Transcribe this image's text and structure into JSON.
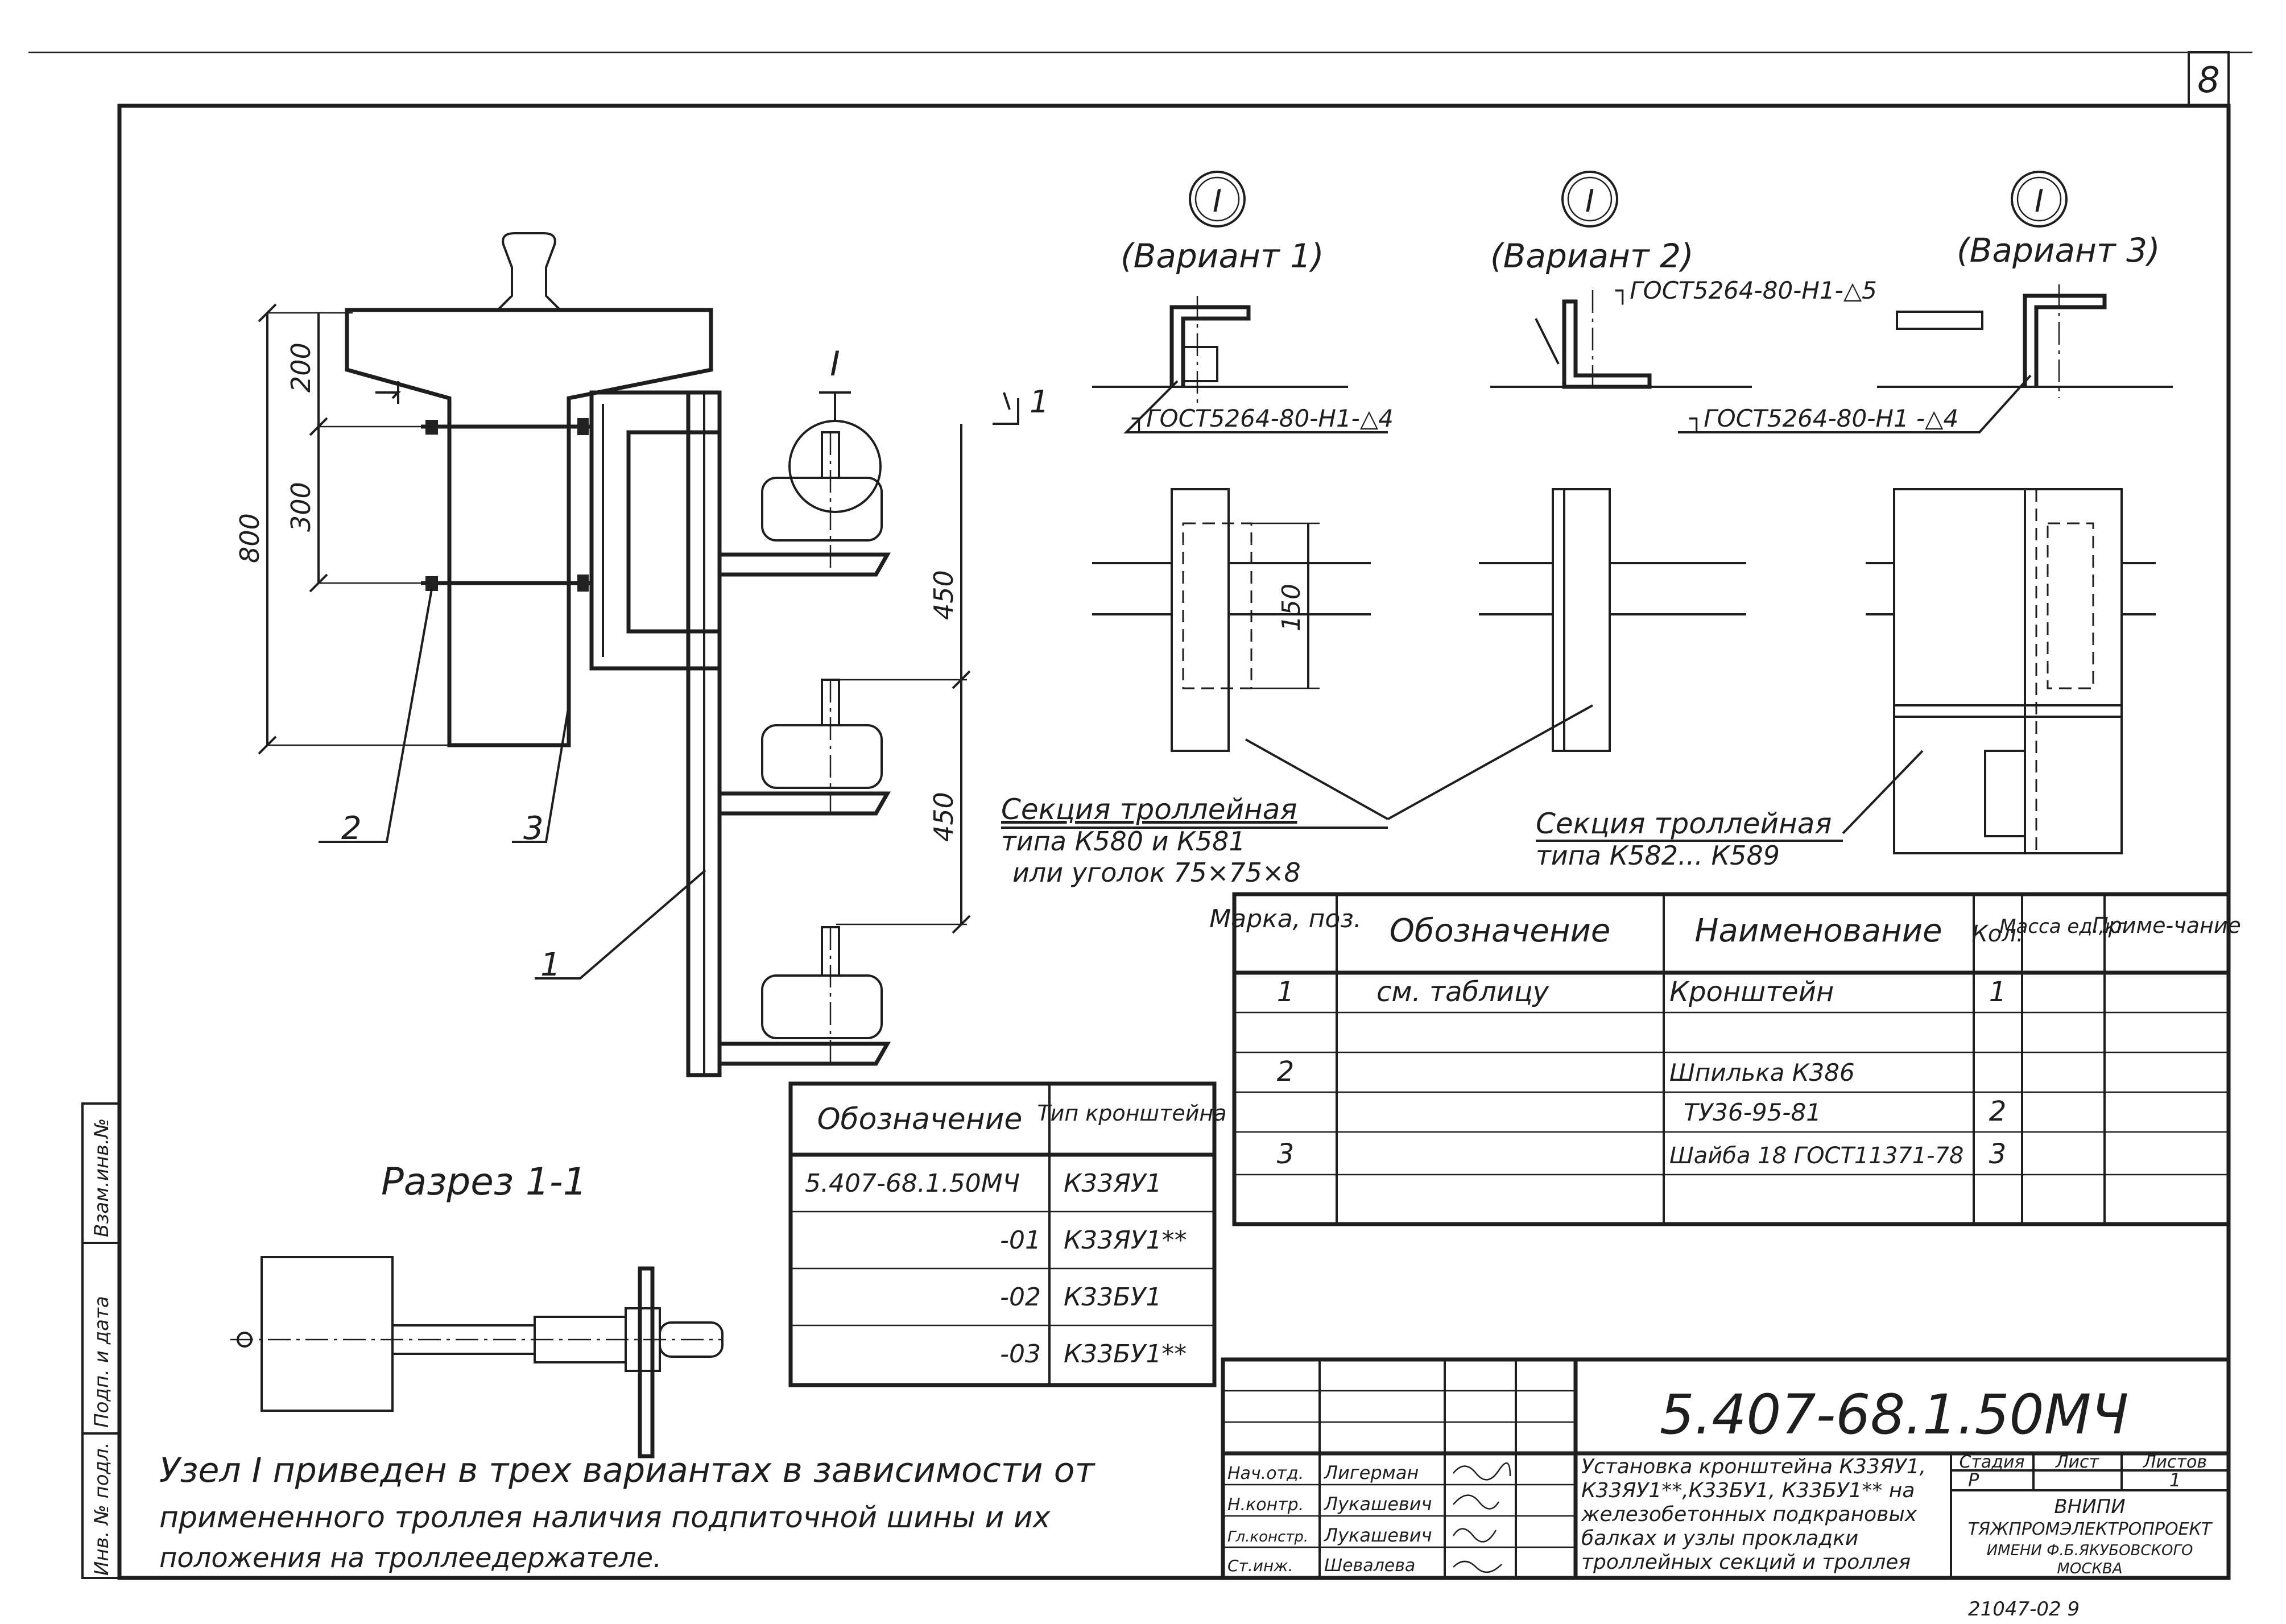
{
  "sheet_number": "8",
  "node_marker": "I",
  "section_mark": "1",
  "variants": [
    "(Вариант 1)",
    "(Вариант 2)",
    "(Вариант 3)"
  ],
  "weld_notes": {
    "v1": "┐ГОСТ5264-80-Н1-△4",
    "v2": "┐ГОСТ5264-80-Н1-△5",
    "v3": "┐ГОСТ5264-80-Н1 -△4"
  },
  "dimensions": {
    "d800": "800",
    "d200": "200",
    "d300": "300",
    "d450a": "450",
    "d450b": "450",
    "d150": "150"
  },
  "positions": {
    "p1": "1",
    "p2": "2",
    "p3": "3"
  },
  "section_label": "Разрез 1-1",
  "trolley_section_1": {
    "line1": "Секция троллейная",
    "line2": "типа  К580 и К581",
    "line3": "или уголок 75×75×8"
  },
  "trolley_section_2": {
    "line1": "Секция  троллейная",
    "line2": "типа К582... К589"
  },
  "spec_table": {
    "headers": [
      "Марка, поз.",
      "Обозначение",
      "Наименование",
      "Кол.",
      "Масса ед.,кг",
      "Приме-чание"
    ],
    "rows": [
      [
        "1",
        "см. таблицу",
        "Кронштейн",
        "1",
        "",
        ""
      ],
      [
        "",
        "",
        "",
        "",
        "",
        ""
      ],
      [
        "2",
        "",
        "Шпилька К386",
        "",
        "",
        ""
      ],
      [
        "",
        "",
        "ТУ36-95-81",
        "2",
        "",
        ""
      ],
      [
        "3",
        "",
        "Шайба 18 ГОСТ11371-78",
        "3",
        "",
        ""
      ],
      [
        "",
        "",
        "",
        "",
        "",
        ""
      ]
    ]
  },
  "type_table": {
    "headers": [
      "Обозначение",
      "Тип кронштейна"
    ],
    "rows": [
      [
        "5.407-68.1.50МЧ",
        "К33ЯУ1"
      ],
      [
        "-01",
        "К33ЯУ1**"
      ],
      [
        "-02",
        "К33БУ1"
      ],
      [
        "-03",
        "К33БУ1**"
      ]
    ]
  },
  "note": {
    "line1": "Узел I приведен в трех вариантах в зависимости от",
    "line2": "примененного троллея наличия подпиточной шины и их",
    "line3": "положения  на троллеедержателе."
  },
  "side_stamp": [
    "Инв. № подл.",
    "Подп. и дата",
    "Взам.инв.№"
  ],
  "title_block": {
    "code": "5.407-68.1.50МЧ",
    "description": [
      "Установка кронштейна К33ЯУ1,",
      "К33ЯУ1**,К33БУ1, К33БУ1** на",
      "железобетонных подкрановых",
      "балках и узлы прокладки",
      "троллейных секций и троллея"
    ],
    "stage_label": "Стадия",
    "stage": "Р",
    "sheet_label": "Лист",
    "sheet": "",
    "sheets_label": "Листов",
    "sheets": "1",
    "org": [
      "ВНИПИ",
      "ТЯЖПРОМЭЛЕКТРОПРОЕКТ",
      "ИМЕНИ Ф.Б.ЯКУБОВСКОГО",
      "МОСКВА"
    ],
    "signatures": [
      {
        "role": "Нач.отд.",
        "name": "Лигерман"
      },
      {
        "role": "Н.контр.",
        "name": "Лукашевич"
      },
      {
        "role": "Гл.констр.",
        "name": "Лукашевич"
      },
      {
        "role": "Ст.инж.",
        "name": "Шевалева"
      }
    ]
  },
  "footer_code": "21047-02  9"
}
